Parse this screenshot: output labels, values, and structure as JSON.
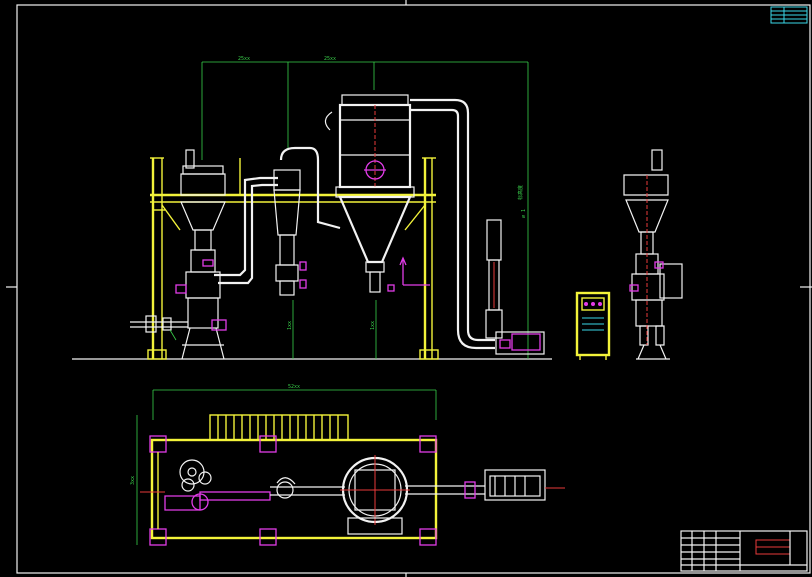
{
  "drawing": {
    "background": "#000000",
    "colors": {
      "outline": "#f2f2f2",
      "structure": "#f3f33a",
      "dimension": "#39d14a",
      "motor": "#e23ce8",
      "centerline": "#e83a3a",
      "accent": "#3ad7e8"
    }
  },
  "dimensions": {
    "top_left": "25xx",
    "top_right": "25xx",
    "vertical_right": "标高度",
    "h_left": "1xx",
    "h_mid": "1xx",
    "plan_width": "52xx",
    "plan_depth": "3xx"
  }
}
